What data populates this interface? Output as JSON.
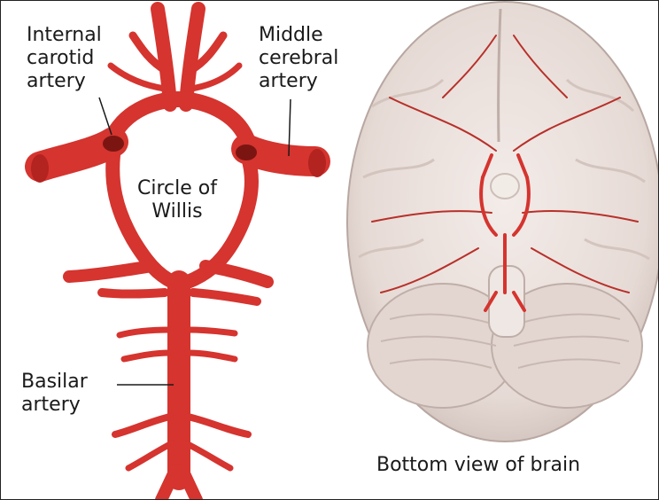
{
  "labels": {
    "internal_carotid": [
      "Internal",
      "carotid",
      "artery"
    ],
    "middle_cerebral": [
      "Middle",
      "cerebral",
      "artery"
    ],
    "circle_of_willis": [
      "Circle of",
      "Willis"
    ],
    "basilar": [
      "Basilar",
      "artery"
    ],
    "bottom_view": "Bottom view of brain"
  },
  "colors": {
    "artery": "#d5342f",
    "artery_dark": "#a8201d",
    "artery_light": "#ee6b62",
    "brain": "#ece3df",
    "brain_shadow": "#cbbcb6",
    "label_text": "#1a1a1a"
  }
}
